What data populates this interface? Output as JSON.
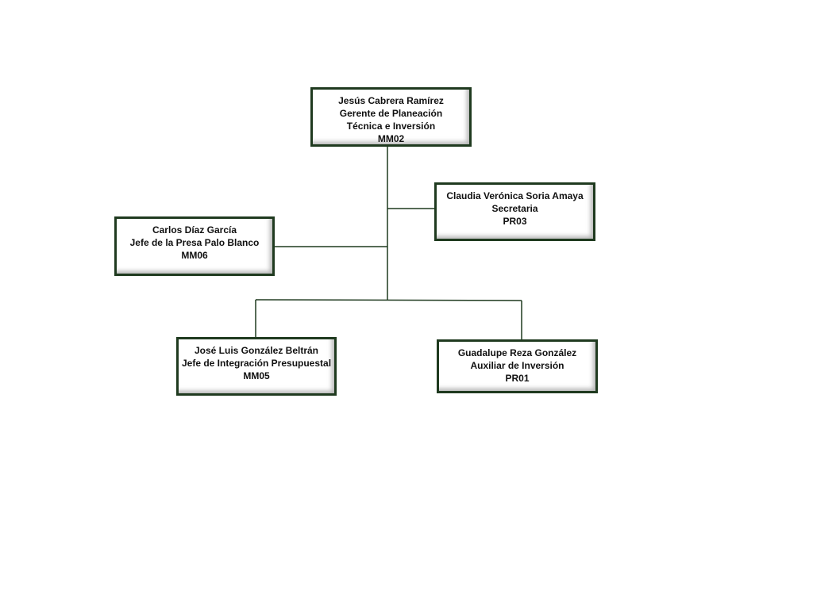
{
  "diagram": {
    "type": "org-chart",
    "line_color": "#1f3a1f",
    "border_color": "#1f3a1f",
    "nodes": [
      {
        "id": "top",
        "name": "Jesús Cabrera Ramírez",
        "title_line1": "Gerente de Planeación",
        "title_line2": "Técnica e Inversión",
        "code": "MM02"
      },
      {
        "id": "sec",
        "name": "Claudia Verónica Soria Amaya",
        "title": "Secretaria",
        "code": "PR03",
        "parent": "top"
      },
      {
        "id": "left",
        "name": "Carlos Díaz García",
        "title": "Jefe de la Presa Palo Blanco",
        "code": "MM06",
        "parent": "top"
      },
      {
        "id": "jose",
        "name": "José Luis González Beltrán",
        "title": "Jefe de Integración Presupuestal",
        "code": "MM05",
        "parent": "top"
      },
      {
        "id": "guad",
        "name": "Guadalupe Reza González",
        "title": "Auxiliar de Inversión",
        "code": "PR01",
        "parent": "top"
      }
    ]
  }
}
